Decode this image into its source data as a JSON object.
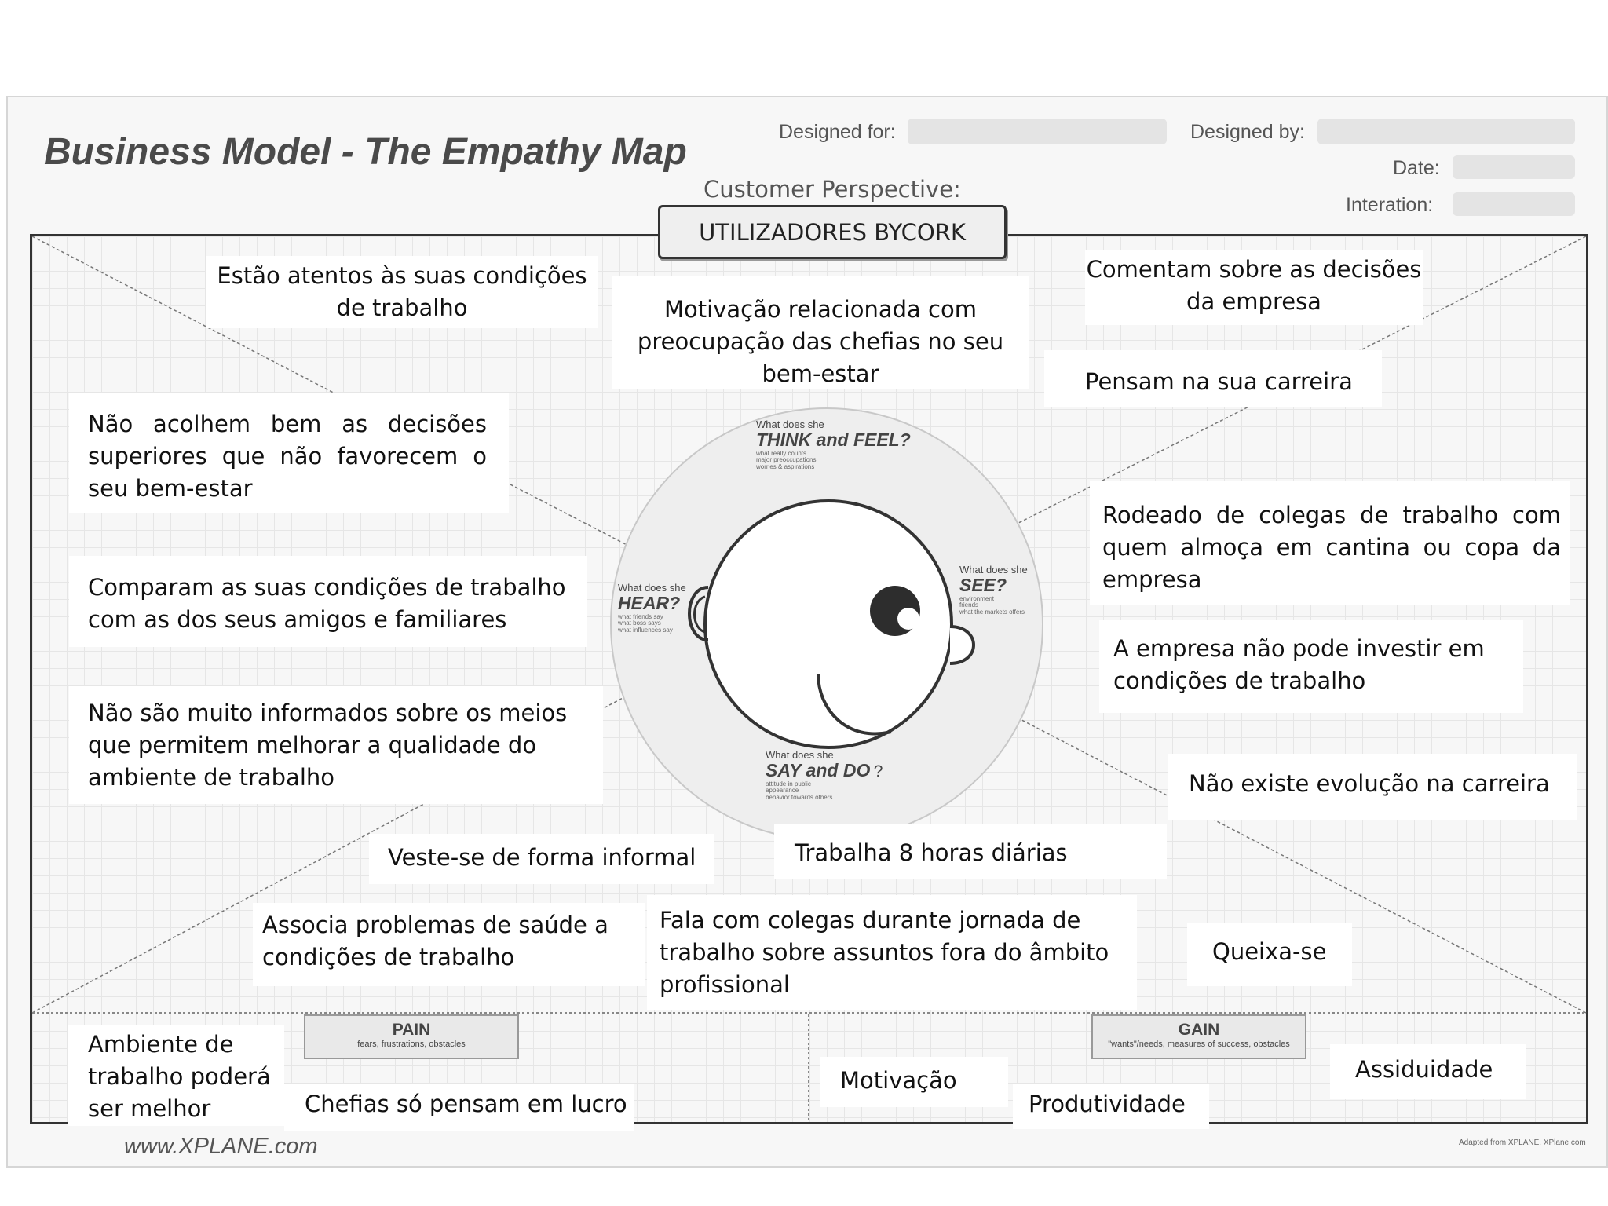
{
  "header": {
    "title": "Business Model - The Empathy Map",
    "designed_for_label": "Designed for:",
    "designed_by_label": "Designed by:",
    "date_label": "Date:",
    "iteration_label": "Interation:",
    "perspective_label": "Customer Perspective:",
    "customer": "UTILIZADORES BYCORK"
  },
  "quadrants": {
    "think_feel": {
      "question": "What does she",
      "title": "THINK and FEEL?",
      "hints": [
        "what really counts",
        "major preoccupations",
        "worries & aspirations"
      ]
    },
    "hear": {
      "question": "What does she",
      "title": "HEAR?",
      "hints": [
        "what friends say",
        "what boss says",
        "what influences say"
      ]
    },
    "see": {
      "question": "What does she",
      "title": "SEE?",
      "hints": [
        "environment",
        "friends",
        "what the markets offers"
      ]
    },
    "say_do": {
      "question": "What does she",
      "title": "SAY and DO",
      "suffix": "?",
      "hints": [
        "attitude in public",
        "appearance",
        "behavior towards others"
      ]
    }
  },
  "pain": {
    "title": "PAIN",
    "subtitle": "fears, frustrations, obstacles"
  },
  "gain": {
    "title": "GAIN",
    "subtitle": "\"wants\"/needs, measures of success, obstacles"
  },
  "notes": {
    "n1": "Estão atentos às suas condições de trabalho",
    "n2": "Motivação relacionada com preocupação das chefias no seu bem-estar",
    "n3": "Comentam sobre as decisões da empresa",
    "n4": "Pensam na sua carreira",
    "n5": "Não acolhem bem as decisões superiores que não favorecem o seu bem-estar",
    "n6": "Rodeado de colegas de trabalho com quem almoça em cantina ou copa da empresa",
    "n7": "Comparam as suas condições de trabalho com as dos seus amigos e familiares",
    "n8": "A empresa não pode investir em condições de trabalho",
    "n9": "Não são muito informados sobre os meios que permitem melhorar a qualidade do ambiente de trabalho",
    "n10": "Não existe evolução na carreira",
    "n11": "Veste-se de forma informal",
    "n12": "Trabalha 8 horas diárias",
    "n13": "Associa problemas de saúde a condições de trabalho",
    "n14": "Fala com colegas durante jornada de trabalho sobre assuntos fora do âmbito profissional",
    "n15": "Queixa-se",
    "n16": "Ambiente de trabalho poderá ser melhor",
    "n17": "Chefias só pensam em lucro",
    "n18": "Motivação",
    "n19": "Produtividade",
    "n20": "Assiduidade"
  },
  "footer": {
    "site": "www.XPLANE.com",
    "credit": "Adapted from XPLANE. XPlane.com"
  }
}
